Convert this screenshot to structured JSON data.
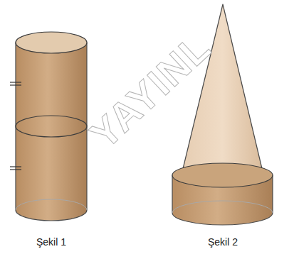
{
  "diagram": {
    "labels": [
      "Şekil 1",
      "Şekil 2",
      "YAYINL"
    ]
  }
}
